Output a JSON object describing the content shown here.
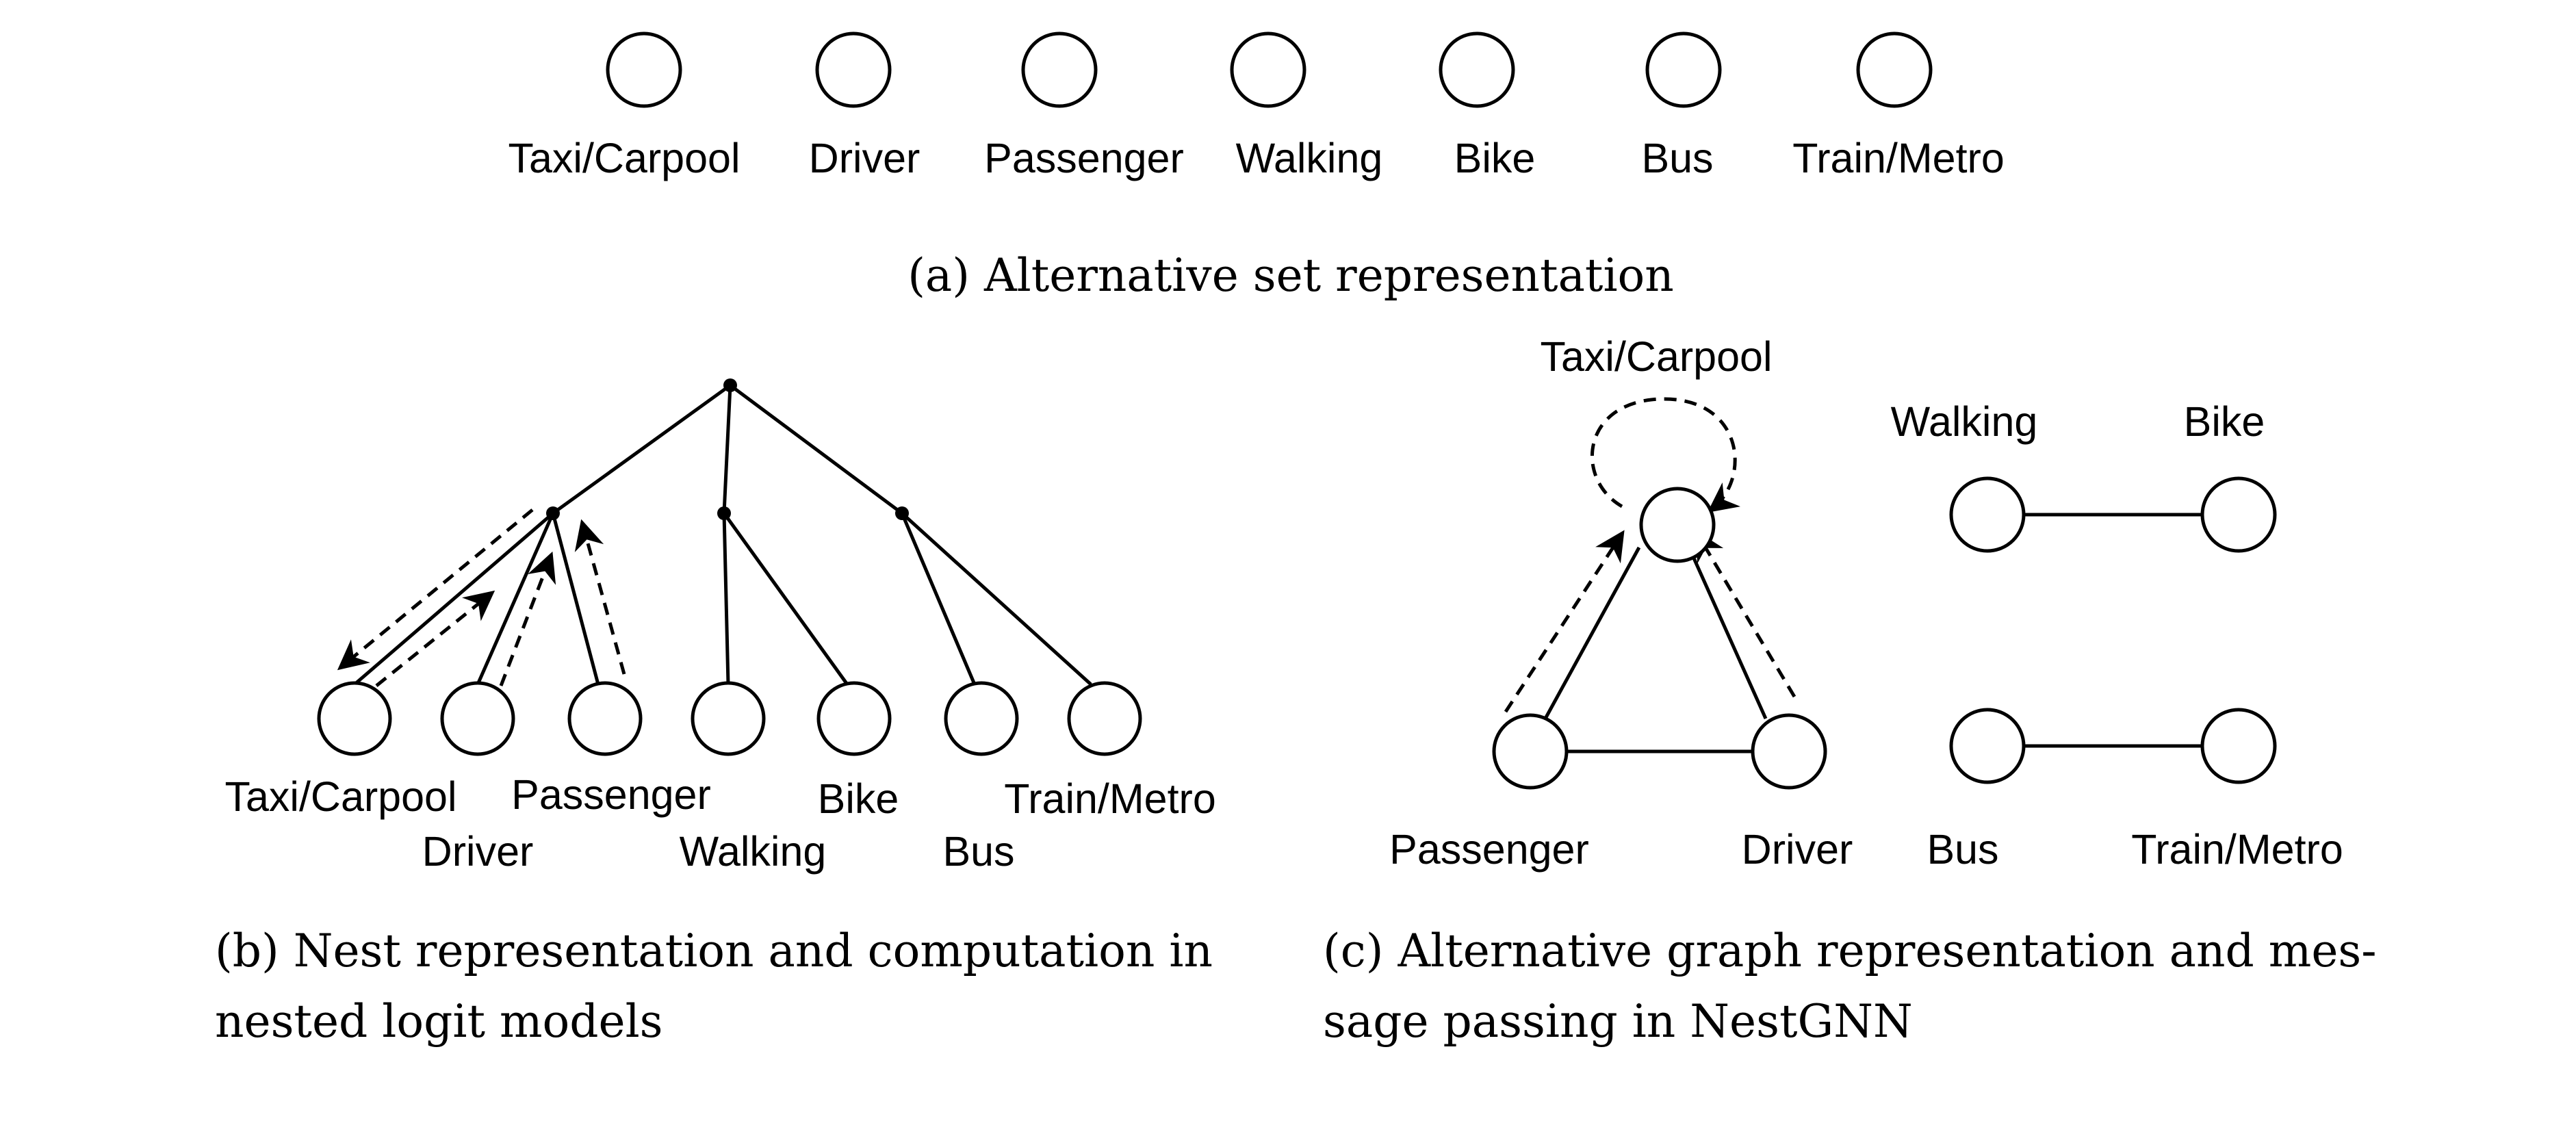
{
  "panel_a": {
    "labels": [
      "Taxi/Carpool",
      "Driver",
      "Passenger",
      "Walking",
      "Bike",
      "Bus",
      "Train/Metro"
    ],
    "caption": "(a) Alternative set representation"
  },
  "panel_b": {
    "labels": [
      "Taxi/Carpool",
      "Driver",
      "Passenger",
      "Walking",
      "Bike",
      "Bus",
      "Train/Metro"
    ],
    "caption_line1": "(b)  Nest  representation  and  computation  in",
    "caption_line2": "nested logit models"
  },
  "panel_c": {
    "labels": {
      "taxi": "Taxi/Carpool",
      "passenger": "Passenger",
      "driver": "Driver",
      "walking": "Walking",
      "bike": "Bike",
      "bus": "Bus",
      "train": "Train/Metro"
    },
    "caption_line1": "(c) Alternative graph representation and mes-",
    "caption_line2": "sage passing in NestGNN"
  },
  "colors": {
    "stroke": "#000000",
    "background": "#ffffff"
  }
}
